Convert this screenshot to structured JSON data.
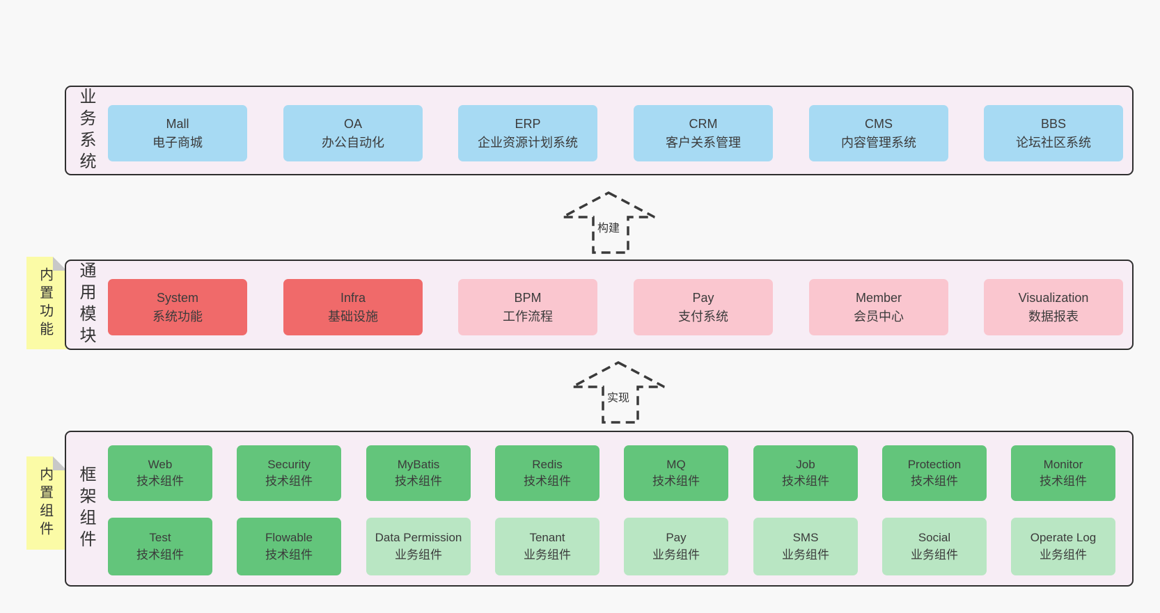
{
  "colors": {
    "page_bg": "#f8f8f8",
    "panel_bg": "#f7edf5",
    "panel_border": "#2f2f2f",
    "box_blue": "#a7daf3",
    "box_red": "#f06a6a",
    "box_pink": "#fac6cf",
    "box_green": "#63c57b",
    "box_green_light": "#b9e6c3",
    "note_yellow": "#fbfba6",
    "note_fold_gray": "#c8c8c8",
    "text": "#3b3b3b"
  },
  "arrows": [
    {
      "label": "构建"
    },
    {
      "label": "实现"
    }
  ],
  "layers": [
    {
      "id": "business",
      "side_label": "业务系统",
      "boxes": [
        {
          "title": "Mall",
          "subtitle": "电子商城",
          "variant": "blue"
        },
        {
          "title": "OA",
          "subtitle": "办公自动化",
          "variant": "blue"
        },
        {
          "title": "ERP",
          "subtitle": "企业资源计划系统",
          "variant": "blue"
        },
        {
          "title": "CRM",
          "subtitle": "客户关系管理",
          "variant": "blue"
        },
        {
          "title": "CMS",
          "subtitle": "内容管理系统",
          "variant": "blue"
        },
        {
          "title": "BBS",
          "subtitle": "论坛社区系统",
          "variant": "blue"
        }
      ]
    },
    {
      "id": "modules",
      "side_label": "通用模块",
      "note": "内置功能",
      "boxes": [
        {
          "title": "System",
          "subtitle": "系统功能",
          "variant": "red"
        },
        {
          "title": "Infra",
          "subtitle": "基础设施",
          "variant": "red"
        },
        {
          "title": "BPM",
          "subtitle": "工作流程",
          "variant": "pink"
        },
        {
          "title": "Pay",
          "subtitle": "支付系统",
          "variant": "pink"
        },
        {
          "title": "Member",
          "subtitle": "会员中心",
          "variant": "pink"
        },
        {
          "title": "Visualization",
          "subtitle": "数据报表",
          "variant": "pink"
        }
      ]
    },
    {
      "id": "framework",
      "side_label": "框架组件",
      "note": "内置组件",
      "row1": [
        {
          "title": "Web",
          "subtitle": "技术组件",
          "variant": "green"
        },
        {
          "title": "Security",
          "subtitle": "技术组件",
          "variant": "green"
        },
        {
          "title": "MyBatis",
          "subtitle": "技术组件",
          "variant": "green"
        },
        {
          "title": "Redis",
          "subtitle": "技术组件",
          "variant": "green"
        },
        {
          "title": "MQ",
          "subtitle": "技术组件",
          "variant": "green"
        },
        {
          "title": "Job",
          "subtitle": "技术组件",
          "variant": "green"
        },
        {
          "title": "Protection",
          "subtitle": "技术组件",
          "variant": "green"
        },
        {
          "title": "Monitor",
          "subtitle": "技术组件",
          "variant": "green"
        }
      ],
      "row2": [
        {
          "title": "Test",
          "subtitle": "技术组件",
          "variant": "green"
        },
        {
          "title": "Flowable",
          "subtitle": "技术组件",
          "variant": "green"
        },
        {
          "title": "Data Permission",
          "subtitle": "业务组件",
          "variant": "green-light"
        },
        {
          "title": "Tenant",
          "subtitle": "业务组件",
          "variant": "green-light"
        },
        {
          "title": "Pay",
          "subtitle": "业务组件",
          "variant": "green-light"
        },
        {
          "title": "SMS",
          "subtitle": "业务组件",
          "variant": "green-light"
        },
        {
          "title": "Social",
          "subtitle": "业务组件",
          "variant": "green-light"
        },
        {
          "title": "Operate Log",
          "subtitle": "业务组件",
          "variant": "green-light"
        }
      ]
    }
  ]
}
